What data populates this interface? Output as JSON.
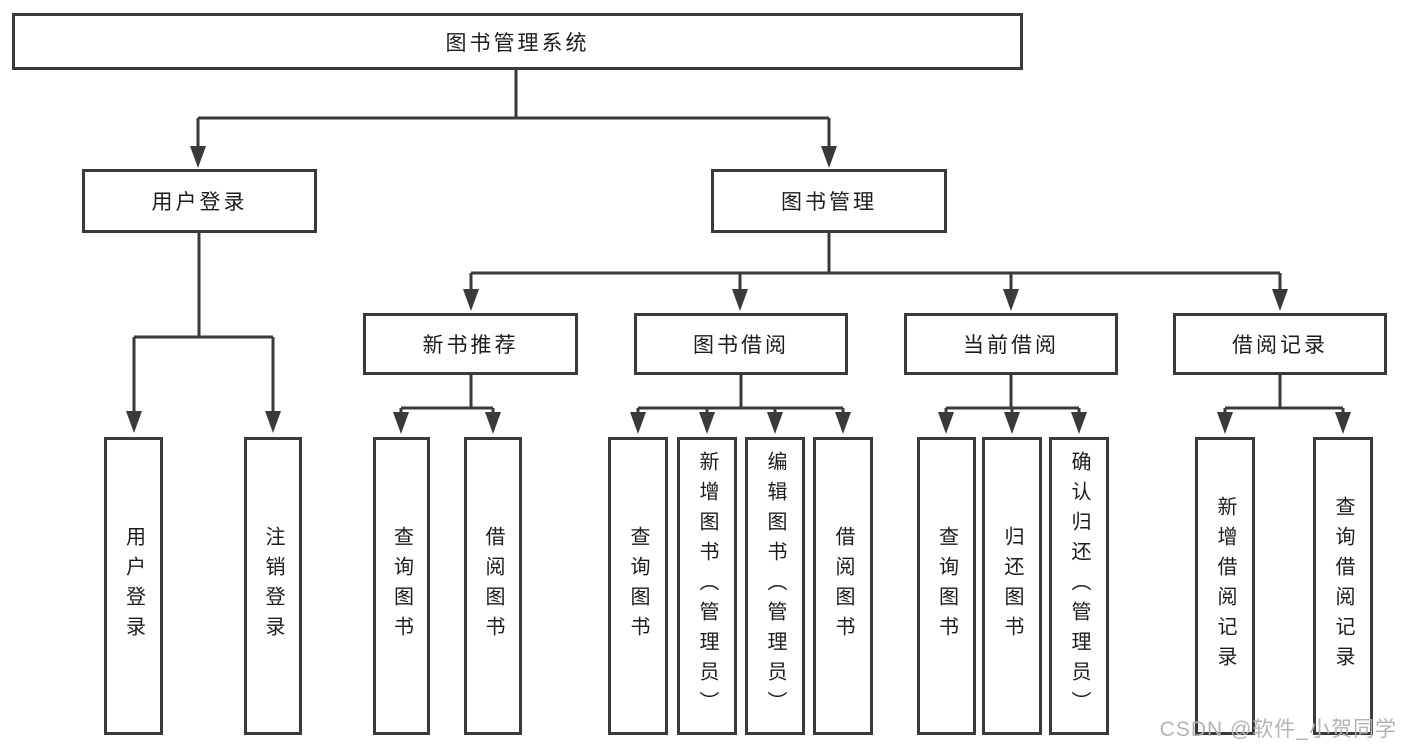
{
  "tree": {
    "root": {
      "label": "图书管理系统",
      "children": [
        {
          "label": "用户登录",
          "children": [
            {
              "label": "用户登录"
            },
            {
              "label": "注销登录"
            }
          ]
        },
        {
          "label": "图书管理",
          "children": [
            {
              "label": "新书推荐",
              "children": [
                {
                  "label": "查询图书"
                },
                {
                  "label": "借阅图书"
                }
              ]
            },
            {
              "label": "图书借阅",
              "children": [
                {
                  "label": "查询图书"
                },
                {
                  "label": "新增图书（管理员）"
                },
                {
                  "label": "编辑图书（管理员）"
                },
                {
                  "label": "借阅图书"
                }
              ]
            },
            {
              "label": "当前借阅",
              "children": [
                {
                  "label": "查询图书"
                },
                {
                  "label": "归还图书"
                },
                {
                  "label": "确认归还（管理员）"
                }
              ]
            },
            {
              "label": "借阅记录",
              "children": [
                {
                  "label": "新增借阅记录"
                },
                {
                  "label": "查询借阅记录"
                }
              ]
            }
          ]
        }
      ]
    }
  },
  "watermark": {
    "text": "CSDN @软件_小贺同学"
  },
  "colors": {
    "line": "#3a3a3a",
    "box_border": "#3a3a3a",
    "text": "#1c1c1c",
    "watermark": "#b4b4b4",
    "background": "#ffffff"
  }
}
